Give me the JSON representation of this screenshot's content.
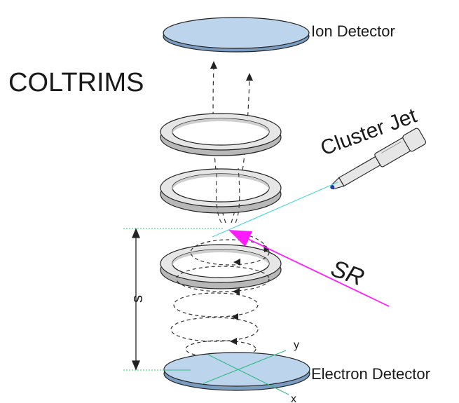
{
  "title": "COLTRIMS",
  "labels": {
    "ion_detector": "Ion Detector",
    "electron_detector": "Electron Detector",
    "cluster_jet": "Cluster Jet",
    "sr": "SR",
    "distance": "s",
    "axis_x": "x",
    "axis_y": "y"
  },
  "colors": {
    "detector_fill": "#bcd4ec",
    "detector_edge": "#7a9cc0",
    "ring_fill": "#e6e6e6",
    "ring_shade": "#b8b8b8",
    "jet_line": "#4fd6d6",
    "sr_beam": "#ff1aff",
    "guide_line": "#33cc66",
    "outline": "#222222"
  }
}
